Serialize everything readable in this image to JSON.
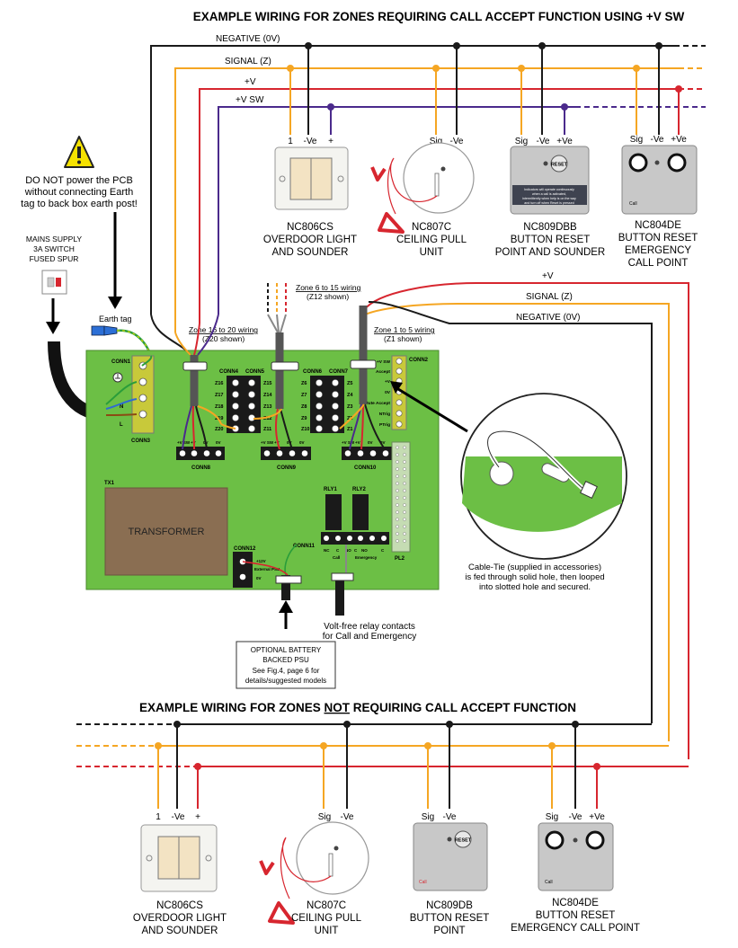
{
  "titles": {
    "top": "EXAMPLE WIRING FOR ZONES REQUIRING CALL ACCEPT FUNCTION USING +V SW",
    "bottom_pre": "EXAMPLE WIRING FOR ZONES ",
    "bottom_not": "NOT",
    "bottom_post": " REQUIRING CALL ACCEPT FUNCTION"
  },
  "buses_top": {
    "negative": "NEGATIVE (0V)",
    "signal": "SIGNAL (Z)",
    "pos": "+V",
    "pos_sw": "+V SW"
  },
  "buses_right": {
    "pos": "+V",
    "signal": "SIGNAL (Z)",
    "negative": "NEGATIVE (0V)"
  },
  "warning": {
    "icon": "warning-triangle-icon",
    "line1": "DO NOT power the PCB",
    "line2": "without connecting Earth",
    "line3": "tag to back box earth post!"
  },
  "mains": {
    "line1": "MAINS SUPPLY",
    "line2": "3A SWITCH",
    "line3": "FUSED SPUR"
  },
  "earth_tag": "Earth tag",
  "zone_labels": {
    "z16": "Zone 16 to 20 wiring",
    "z16_sub": "(Z20 shown)",
    "z6": "Zone 6 to 15 wiring",
    "z6_sub": "(Z12 shown)",
    "z1": "Zone 1 to 5 wiring",
    "z1_sub": "(Z1 shown)"
  },
  "devices_top": [
    {
      "terms": [
        "1",
        "-Ve",
        "+"
      ],
      "name": "NC806CS",
      "desc1": "OVERDOOR LIGHT",
      "desc2": "AND SOUNDER",
      "desc3": ""
    },
    {
      "terms": [
        "Sig",
        "-Ve"
      ],
      "name": "NC807C",
      "desc1": "CEILING PULL",
      "desc2": "UNIT",
      "desc3": ""
    },
    {
      "terms": [
        "Sig",
        "-Ve",
        "+Ve"
      ],
      "name": "NC809DBB",
      "desc1": "BUTTON RESET",
      "desc2": "POINT AND SOUNDER",
      "desc3": ""
    },
    {
      "terms": [
        "Sig",
        "-Ve",
        "+Ve"
      ],
      "name": "NC804DE",
      "desc1": "BUTTON RESET",
      "desc2": "EMERGENCY",
      "desc3": "CALL POINT"
    }
  ],
  "devices_bottom": [
    {
      "terms": [
        "1",
        "-Ve",
        "+"
      ],
      "name": "NC806CS",
      "desc1": "OVERDOOR LIGHT",
      "desc2": "AND SOUNDER",
      "desc3": ""
    },
    {
      "terms": [
        "Sig",
        "-Ve"
      ],
      "name": "NC807C",
      "desc1": "CEILING PULL",
      "desc2": "UNIT",
      "desc3": ""
    },
    {
      "terms": [
        "Sig",
        "-Ve"
      ],
      "name": "NC809DB",
      "desc1": "BUTTON RESET",
      "desc2": "POINT",
      "desc3": ""
    },
    {
      "terms": [
        "Sig",
        "-Ve",
        "+Ve"
      ],
      "name": "NC804DE",
      "desc1": "BUTTON RESET",
      "desc2": "EMERGENCY CALL POINT",
      "desc3": ""
    }
  ],
  "plate": {
    "reset": "RESET",
    "call": "Call",
    "notice1": "Indicators will operate continuously",
    "notice2": "when a call is activated,",
    "notice3": "intermittently when help is on the way",
    "notice4": "and turn off when Reset is pressed"
  },
  "pcb": {
    "conn1": "CONN1",
    "conn2": "CONN2",
    "conn3": "CONN3",
    "conn4": "CONN4",
    "conn5": "CONN5",
    "conn6": "CONN6",
    "conn7": "CONN7",
    "conn8": "CONN8",
    "conn9": "CONN9",
    "conn10": "CONN10",
    "conn11": "CONN11",
    "conn12": "CONN12",
    "tx1": "TX1",
    "transformer": "TRANSFORMER",
    "rly1": "RLY1",
    "rly2": "RLY2",
    "pl2": "PL2",
    "conn1_pins": [
      "N",
      "L"
    ],
    "conn4_z": [
      "Z16",
      "Z17",
      "Z18",
      "Z19",
      "Z20"
    ],
    "conn5_z": [
      "Z11",
      "Z12",
      "Z13",
      "Z14",
      "Z15"
    ],
    "conn6_z": [
      "Z6",
      "Z7",
      "Z8",
      "Z9",
      "Z10"
    ],
    "conn7_z": [
      "Z5",
      "Z4",
      "Z3",
      "Z2",
      "Z1"
    ],
    "conn2_pins": [
      "+V SW",
      "Accept",
      "+V",
      "0V",
      "Mute Accept",
      "NTrig",
      "PTrig"
    ],
    "bottom_pins": [
      "+V SW",
      "+V",
      "0V",
      "0V"
    ],
    "conn11_pins": [
      "NC",
      "C",
      "NO",
      "C",
      "NO",
      "C"
    ],
    "conn11_call": "Call",
    "conn11_emergency": "Emergency",
    "conn12_pins": [
      "+12V",
      "External PSU",
      "0V"
    ]
  },
  "cable_tie": {
    "line1": "Cable-Tie (supplied in accessories)",
    "line2": "is fed through solid hole, then looped",
    "line3": "into slotted hole and secured."
  },
  "relay_note": {
    "line1": "Volt-free relay contacts",
    "line2": "for Call and Emergency"
  },
  "battery_note": {
    "line1": "OPTIONAL BATTERY",
    "line2": "BACKED PSU",
    "line3": "See Fig.4, page 6 for",
    "line4": "details/suggested models"
  },
  "colors": {
    "negative": "#1a1a1a",
    "signal": "#f5a623",
    "pos": "#d7262f",
    "pos_sw": "#4b2a8c",
    "pcb": "#6cbf45",
    "transformer": "#8a6e52",
    "conn_yellow": "#c8c93a"
  }
}
